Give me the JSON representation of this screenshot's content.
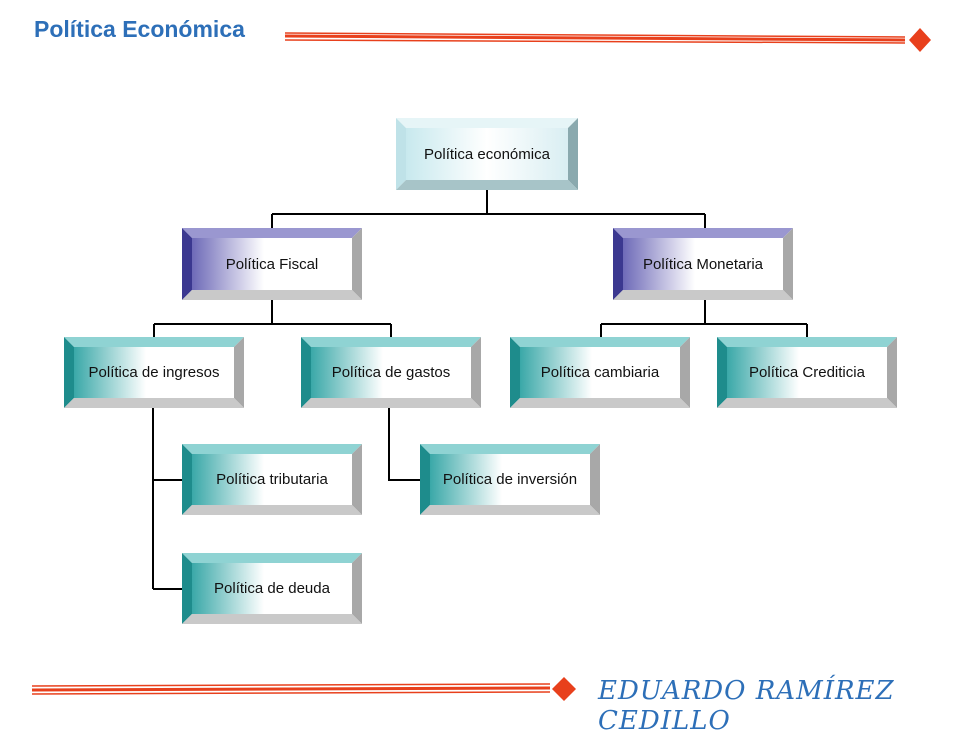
{
  "header": {
    "title": "Política Económica"
  },
  "footer": {
    "author": "EDUARDO RAMÍREZ CEDILLO"
  },
  "colors": {
    "title": "#2d6fb8",
    "stripe": "#e8401c",
    "lines": "#000000"
  },
  "diagram": {
    "root": "Política económica",
    "fiscal": "Política Fiscal",
    "monetaria": "Política Monetaria",
    "ingresos": "Política de ingresos",
    "gastos": "Política de gastos",
    "cambiaria": "Política cambiaria",
    "crediticia": "Política Crediticia",
    "tributaria": "Política tributaria",
    "deuda": "Política de deuda",
    "inversion": "Política de inversión"
  }
}
